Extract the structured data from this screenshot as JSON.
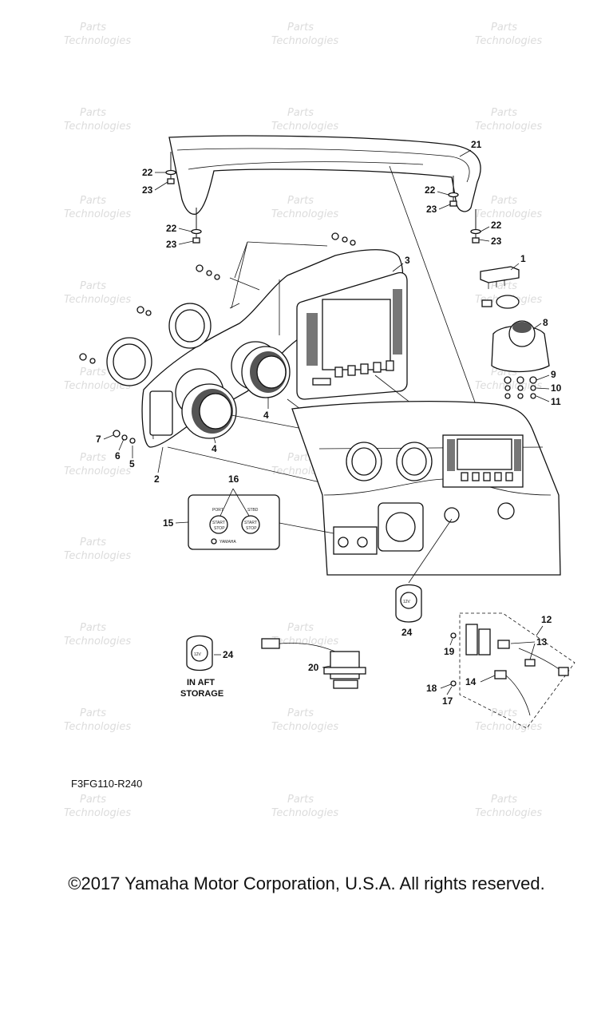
{
  "watermark": {
    "line1": "Parts",
    "line2": "Technologies"
  },
  "callouts": {
    "c1": "1",
    "c2": "2",
    "c3": "3",
    "c4a": "4",
    "c4b": "4",
    "c5": "5",
    "c6": "6",
    "c7": "7",
    "c8": "8",
    "c9": "9",
    "c10": "10",
    "c11": "11",
    "c12": "12",
    "c13": "13",
    "c14": "14",
    "c15": "15",
    "c16": "16",
    "c17": "17",
    "c18": "18",
    "c19": "19",
    "c20": "20",
    "c21": "21",
    "c22a": "22",
    "c22b": "22",
    "c22c": "22",
    "c22d": "22",
    "c23a": "23",
    "c23b": "23",
    "c23c": "23",
    "c23d": "23",
    "c24a": "24",
    "c24b": "24"
  },
  "labels": {
    "socket": "12V",
    "aft_line1": "IN AFT",
    "aft_line2": "STORAGE",
    "switch_top": "START",
    "switch_bottom": "STOP",
    "port": "PORT",
    "stbd": "STBD",
    "brand": "YAMAHA"
  },
  "figure_code": "F3FG110-R240",
  "copyright": "©2017 Yamaha Motor Corporation, U.S.A. All rights reserved."
}
